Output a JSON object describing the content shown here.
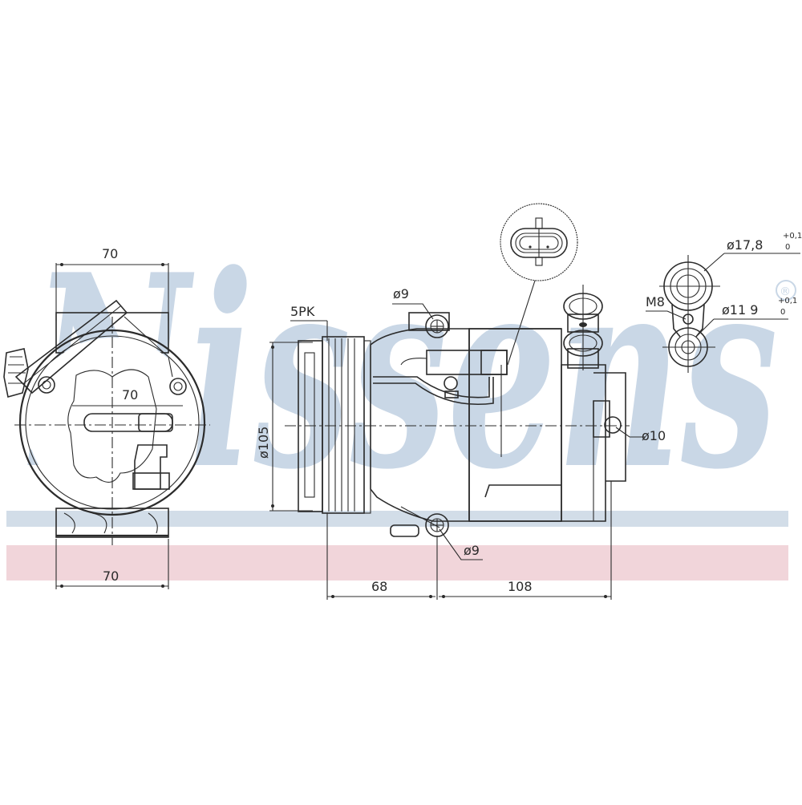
{
  "watermark": {
    "text": "Nissens",
    "registered_mark": "®",
    "color": "#c9d7e6",
    "band_blue_color": "#d2dde8",
    "band_pink_color": "#f1d5da"
  },
  "drawing": {
    "subject": "A/C compressor technical drawing",
    "line_color": "#2b2b2b"
  },
  "front_view": {
    "top_width": "70",
    "middle_width": "70",
    "bottom_width": "70"
  },
  "side_view": {
    "pulley_label": "5PK",
    "pulley_diameter": "ø105",
    "top_mount_hole": "ø9",
    "bottom_mount_hole": "ø9",
    "rear_mount_hole": "ø10",
    "length_front": "68",
    "length_rear": "108"
  },
  "connector_detail": {
    "label": "electrical connector detail"
  },
  "port_detail": {
    "large_port": "ø17,8",
    "large_port_tol_upper": "+0,1",
    "large_port_tol_lower": "0",
    "small_port": "ø11 9",
    "small_port_tol_upper": "+0,1",
    "small_port_tol_lower": "0",
    "thread": "M8"
  }
}
